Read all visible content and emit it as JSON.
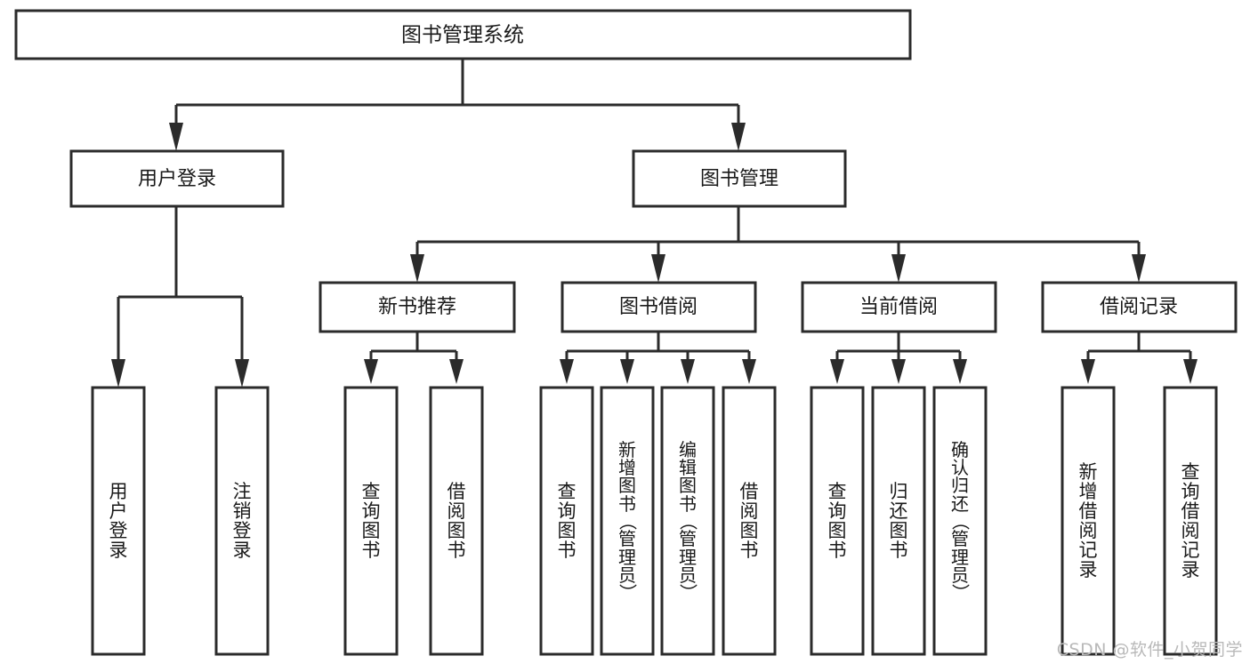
{
  "diagram": {
    "type": "tree",
    "title": "图书管理系统",
    "orientation": "top-down",
    "background_color": "#ffffff",
    "line_color": "#2b2b2b",
    "text_color": "#1a1a1a"
  },
  "root": {
    "label": "图书管理系统"
  },
  "level2": [
    {
      "label": "用户登录"
    },
    {
      "label": "图书管理"
    }
  ],
  "level3": [
    {
      "label": "新书推荐"
    },
    {
      "label": "图书借阅"
    },
    {
      "label": "当前借阅"
    },
    {
      "label": "借阅记录"
    }
  ],
  "leaves": [
    {
      "label": "用户登录",
      "parent": "用户登录",
      "chars": [
        "用",
        "户",
        "登",
        "录"
      ]
    },
    {
      "label": "注销登录",
      "parent": "用户登录",
      "chars": [
        "注",
        "销",
        "登",
        "录"
      ]
    },
    {
      "label": "查询图书",
      "parent": "新书推荐",
      "chars": [
        "查",
        "询",
        "图",
        "书"
      ]
    },
    {
      "label": "借阅图书",
      "parent": "新书推荐",
      "chars": [
        "借",
        "阅",
        "图",
        "书"
      ]
    },
    {
      "label": "查询图书",
      "parent": "图书借阅",
      "chars": [
        "查",
        "询",
        "图",
        "书"
      ]
    },
    {
      "label": "新增图书（管理员）",
      "parent": "图书借阅",
      "chars": [
        "新",
        "增",
        "图",
        "书",
        "（",
        "管",
        "理",
        "员",
        "）"
      ]
    },
    {
      "label": "编辑图书（管理员）",
      "parent": "图书借阅",
      "chars": [
        "编",
        "辑",
        "图",
        "书",
        "（",
        "管",
        "理",
        "员",
        "）"
      ]
    },
    {
      "label": "借阅图书",
      "parent": "图书借阅",
      "chars": [
        "借",
        "阅",
        "图",
        "书"
      ]
    },
    {
      "label": "查询图书",
      "parent": "当前借阅",
      "chars": [
        "查",
        "询",
        "图",
        "书"
      ]
    },
    {
      "label": "归还图书",
      "parent": "当前借阅",
      "chars": [
        "归",
        "还",
        "图",
        "书"
      ]
    },
    {
      "label": "确认归还（管理员）",
      "parent": "当前借阅",
      "chars": [
        "确",
        "认",
        "归",
        "还",
        "（",
        "管",
        "理",
        "员",
        "）"
      ]
    },
    {
      "label": "新增借阅记录",
      "parent": "借阅记录",
      "chars": [
        "新",
        "增",
        "借",
        "阅",
        "记",
        "录"
      ]
    },
    {
      "label": "查询借阅记录",
      "parent": "借阅记录",
      "chars": [
        "查",
        "询",
        "借",
        "阅",
        "记",
        "录"
      ]
    }
  ],
  "watermark": {
    "text": "CSDN @软件_小贺同学"
  }
}
